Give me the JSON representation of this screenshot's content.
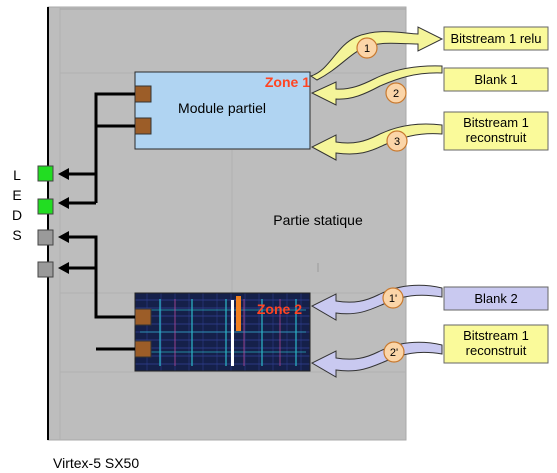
{
  "fpga_label": "Virtex-5 SX50",
  "static_label": "Partie statique",
  "leds_letters": [
    "L",
    "E",
    "D",
    "S"
  ],
  "zone1": {
    "title": "Zone 1",
    "module_label": "Module partiel"
  },
  "zone2": {
    "title": "Zone 2"
  },
  "steps": [
    {
      "number": "1",
      "target": "Bitstream 1 relu"
    },
    {
      "number": "2",
      "target": "Blank 1"
    },
    {
      "number": "3",
      "target": "Bitstream 1\nreconstruit"
    },
    {
      "number": "1'",
      "target": "Blank 2"
    },
    {
      "number": "2'",
      "target": "Bitstream 1\nreconstruit"
    }
  ],
  "leds": [
    {
      "state": "on",
      "color": "#22dd22"
    },
    {
      "state": "on",
      "color": "#22dd22"
    },
    {
      "state": "off",
      "color": "#9a9a9a"
    },
    {
      "state": "off",
      "color": "#9a9a9a"
    }
  ],
  "colors": {
    "fpga_gray": "#bdbdbd",
    "zone1_fill": "#b0d4f2",
    "zone_title": "#ff4422",
    "target_box": "#fafa9a",
    "arrow_yellow": "#f5f59a",
    "arrow_lilac": "#c9c9f0",
    "step_circle": "#fbd5a8"
  }
}
